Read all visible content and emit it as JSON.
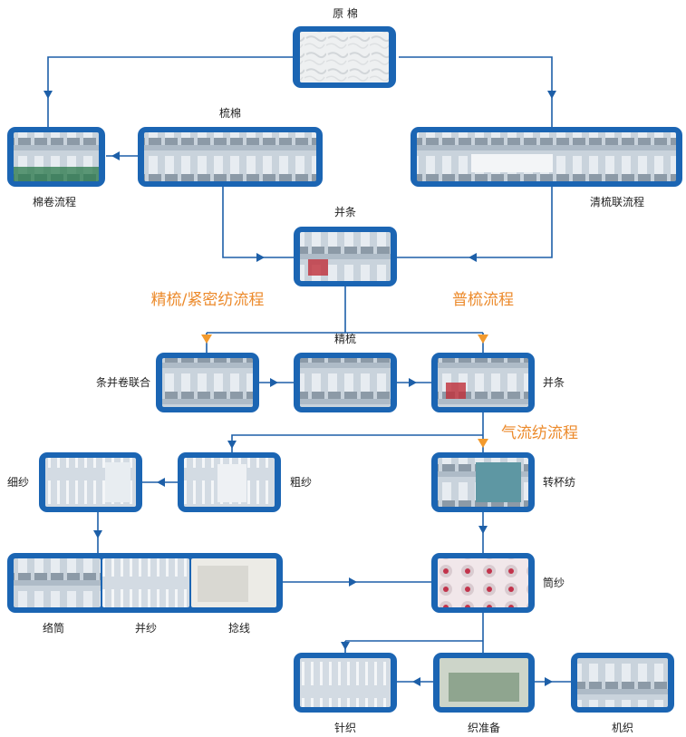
{
  "colors": {
    "line": "#1d5fa8",
    "arrow": "#1d5fa8",
    "route_arrow": "#f29a2e",
    "frame": "#1b65b3",
    "route_text": "#ec8a2b"
  },
  "nodes": {
    "raw_cotton": "原 棉",
    "carding": "梳棉",
    "lap_process": "棉卷流程",
    "blow_card": "清梳联流程",
    "drawing1": "并条",
    "combing": "精梳",
    "sliver_lap": "条并卷联合",
    "drawing2": "并条",
    "ring_spinning": "细纱",
    "roving": "粗纱",
    "rotor_spinning": "转杯纺",
    "winding": "络筒",
    "doubling": "并纱",
    "twisting": "捻线",
    "bobbin": "筒纱",
    "knitting": "针织",
    "weaving_prep": "织准备",
    "loom": "机织"
  },
  "routes": {
    "combed": "精梳/紧密纺流程",
    "carded": "普梳流程",
    "air": "气流纺流程"
  }
}
